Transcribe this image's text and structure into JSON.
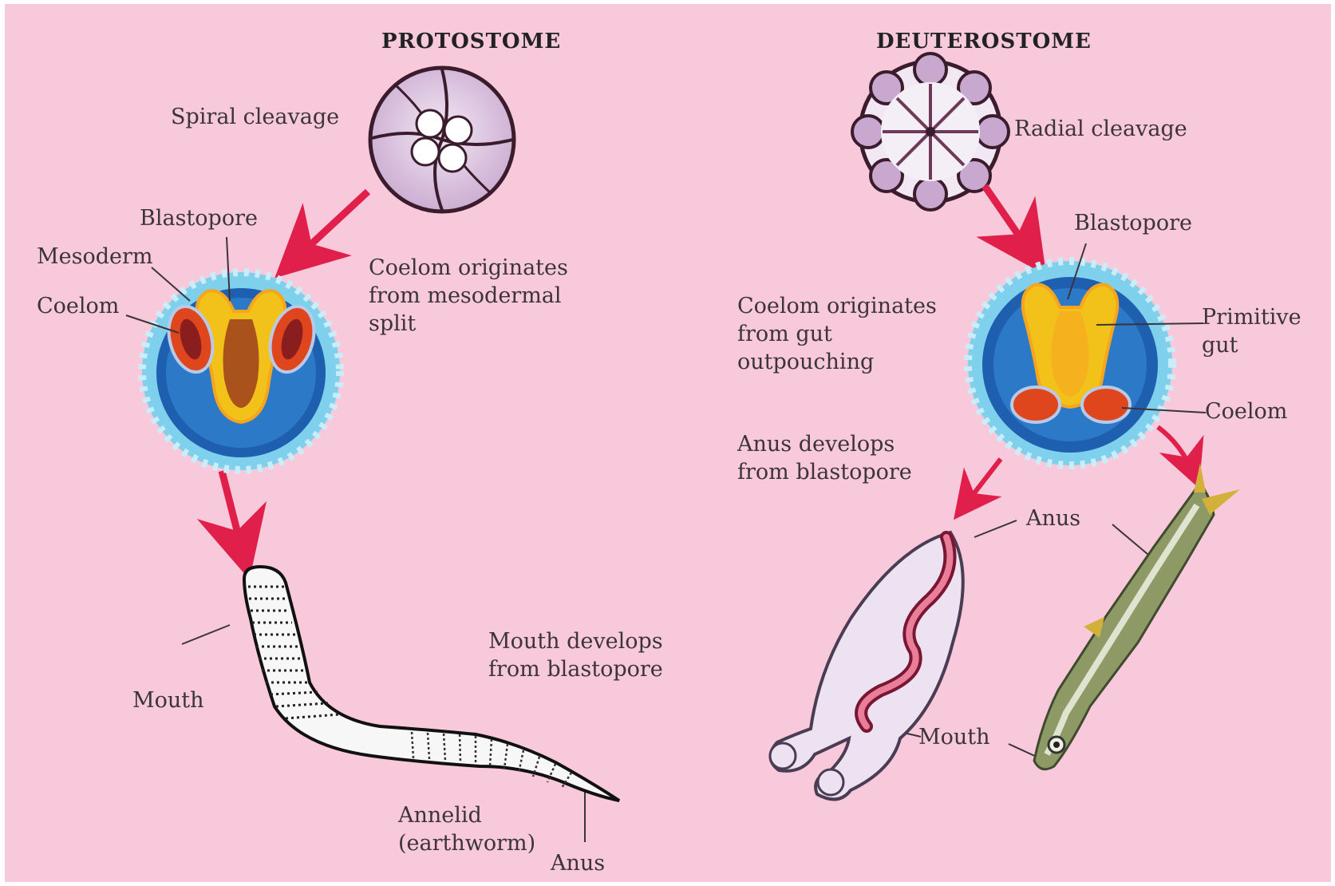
{
  "protostome": {
    "title": "PROTOSTOME",
    "cleavage": "Spiral cleavage",
    "blastopore": "Blastopore",
    "mesoderm": "Mesoderm",
    "coelom": "Coelom",
    "coelom_origin": [
      "Coelom originates",
      "from mesodermal",
      "split"
    ],
    "mouth_dev": [
      "Mouth develops",
      "from blastopore"
    ],
    "mouth": "Mouth",
    "organism": [
      "Annelid",
      "(earthworm)"
    ],
    "anus": "Anus"
  },
  "deuterostome": {
    "title": "DEUTEROSTOME",
    "cleavage": "Radial cleavage",
    "blastopore": "Blastopore",
    "primitive_gut": [
      "Primitive",
      "gut"
    ],
    "coelom": "Coelom",
    "coelom_origin": [
      "Coelom originates",
      "from gut",
      "outpouching"
    ],
    "anus_dev": [
      "Anus develops",
      "from blastopore"
    ],
    "anus": "Anus",
    "mouth": "Mouth"
  },
  "colors": {
    "background": "#f8c9da",
    "arrow": "#e0204a",
    "ectoderm": "#7fd0ec",
    "mesoderm_blue": "#1f5fb0",
    "endoderm": "#f2c21a",
    "coelom": "#e0461e"
  }
}
